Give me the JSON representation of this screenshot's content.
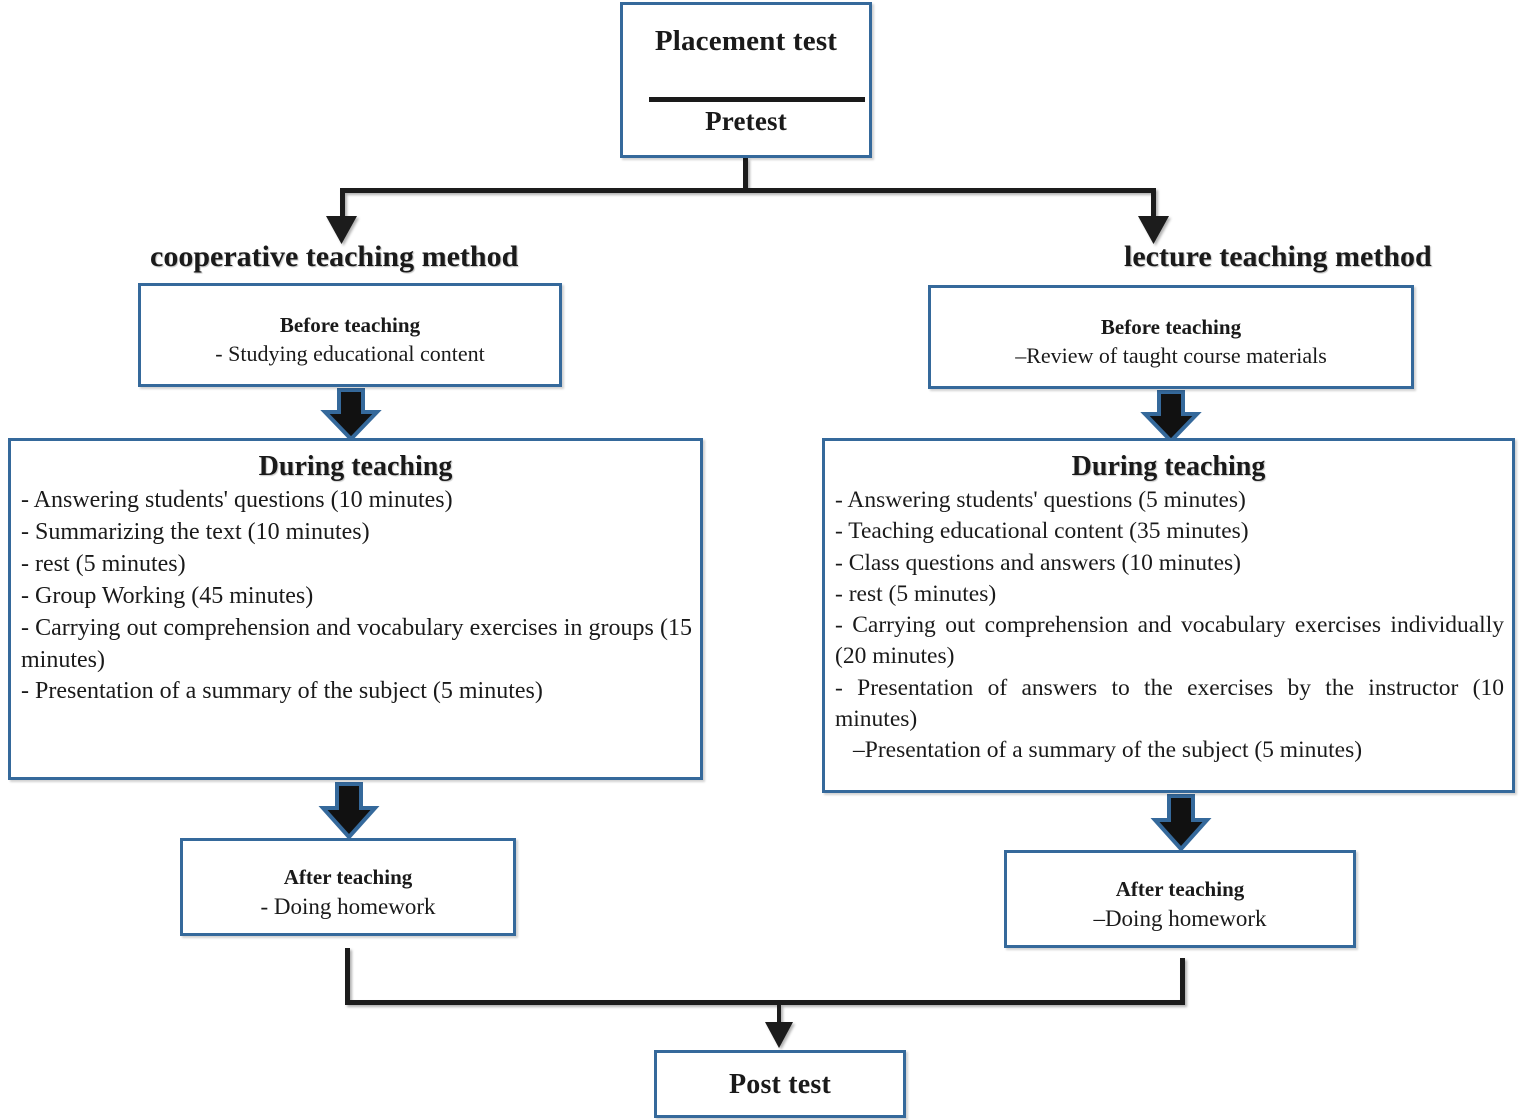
{
  "diagram": {
    "title_top": "Placement test",
    "subtitle_top": "Pretest",
    "bottom": "Post test",
    "branches": {
      "left": {
        "header": "cooperative teaching  method",
        "before": {
          "title": "Before teaching",
          "item": "- Studying educational content"
        },
        "during": {
          "title": "During teaching",
          "items": [
            "- Answering students' questions (10 minutes)",
            "- Summarizing the text (10 minutes)",
            "- rest (5 minutes)",
            "- Group Working (45 minutes)",
            "-  Carrying out comprehension and vocabulary exercises in groups (15 minutes)",
            "- Presentation of a summary of the subject (5 minutes)"
          ]
        },
        "after": {
          "title": "After teaching",
          "item": "- Doing homework"
        }
      },
      "right": {
        "header": "lecture teaching method",
        "before": {
          "title": "Before teaching",
          "item": "–Review of taught course materials"
        },
        "during": {
          "title": "During teaching",
          "items": [
            "- Answering students' questions (5 minutes)",
            "- Teaching educational content (35 minutes)",
            "- Class questions and answers (10 minutes)",
            "- rest (5 minutes)",
            "-  Carrying out comprehension and vocabulary exercises individually (20 minutes)",
            "-  Presentation of answers to the exercises by the instructor (10 minutes)",
            "–Presentation of a summary of the subject (5 minutes)"
          ]
        },
        "after": {
          "title": "After teaching",
          "item": "–Doing homework"
        }
      }
    },
    "colors": {
      "box_border": "#35699b",
      "connector": "#1a1a1a",
      "arrow_fill": "#111111",
      "arrow_outline": "#35699b",
      "background": "#ffffff"
    }
  }
}
